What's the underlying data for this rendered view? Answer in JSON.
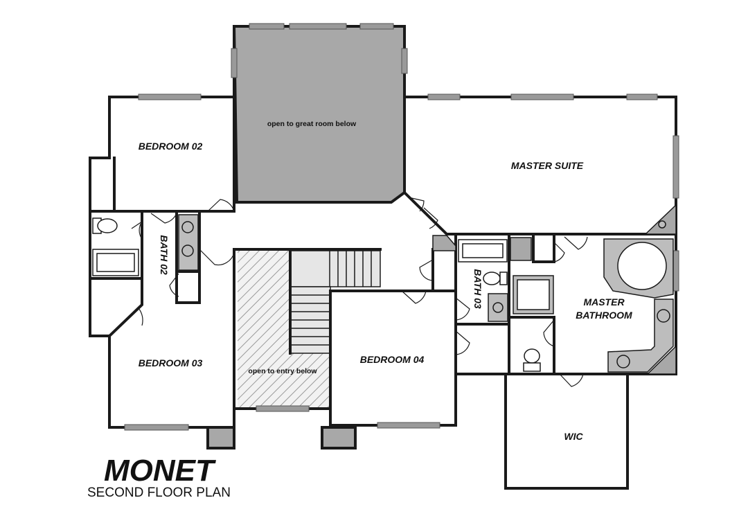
{
  "plan": {
    "name": "MONET",
    "subtitle": "SECOND FLOOR PLAN"
  },
  "rooms": {
    "bedroom_02": "BEDROOM 02",
    "bedroom_03": "BEDROOM 03",
    "bedroom_04": "BEDROOM 04",
    "master_suite": "MASTER SUITE",
    "master_bathroom_line1": "MASTER",
    "master_bathroom_line2": "BATHROOM",
    "bath_02": "BATH 02",
    "bath_03": "BATH 03",
    "wic": "WIC"
  },
  "open_areas": {
    "great_room": "open to great room below",
    "entry": "open to entry below"
  },
  "colors": {
    "open_area_fill": "#a8a8a8",
    "window_fill": "#9a9a9a",
    "wall": "#1a1a1a"
  }
}
